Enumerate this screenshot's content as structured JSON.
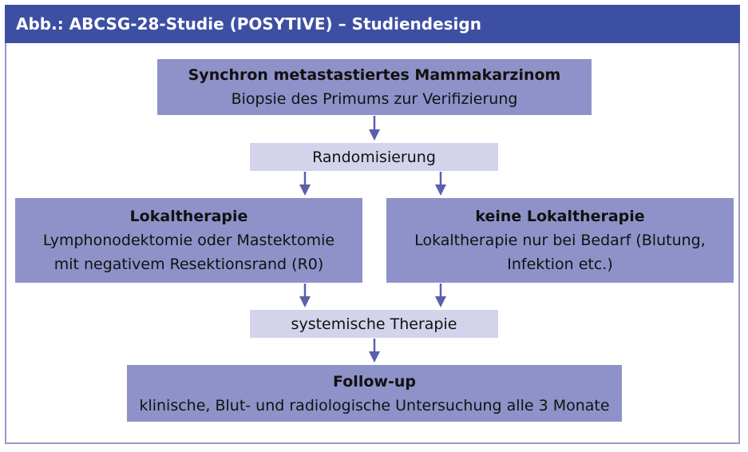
{
  "header": {
    "title": "Abb.: ABCSG-28-Studie (POSYTIVE) – Studiendesign"
  },
  "nodes": {
    "top": {
      "title": "Synchron metastastiertes Mammakarzinom",
      "lines": [
        "Biopsie des Primums zur Verifizierung"
      ]
    },
    "randomization": {
      "label": "Randomisierung"
    },
    "left": {
      "title": "Lokaltherapie",
      "lines": [
        "Lymphonodektomie oder Mastektomie",
        "mit negativem Resektionsrand (R0)"
      ]
    },
    "right": {
      "title": "keine Lokaltherapie",
      "lines": [
        "Lokaltherapie nur bei Bedarf (Blutung,",
        "Infektion etc.)"
      ]
    },
    "systemic": {
      "label": "systemische Therapie"
    },
    "followup": {
      "title": "Follow-up",
      "lines": [
        "klinische, Blut- und radiologische Untersuchung alle 3 Monate"
      ]
    }
  },
  "colors": {
    "header_bg": "#3d4fa3",
    "box_dark": "#8e92c8",
    "box_light": "#d3d4eb",
    "arrow": "#5a5fae",
    "frame": "#9a9ac6"
  }
}
